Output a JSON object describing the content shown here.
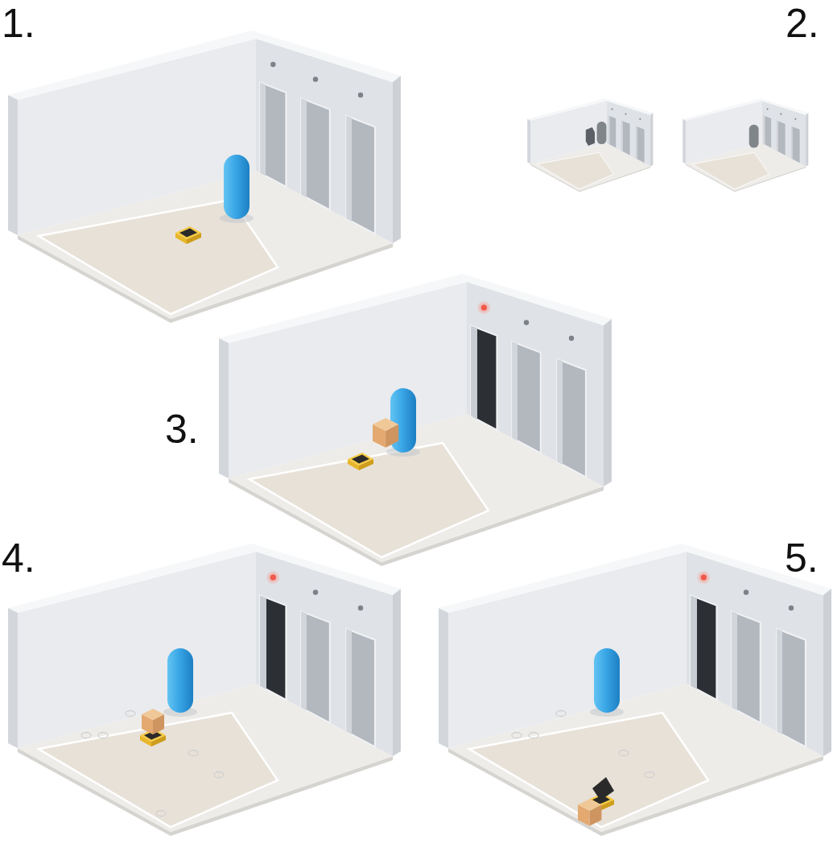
{
  "diagram": {
    "labels": [
      "1.",
      "2.",
      "3.",
      "4.",
      "5."
    ]
  }
}
